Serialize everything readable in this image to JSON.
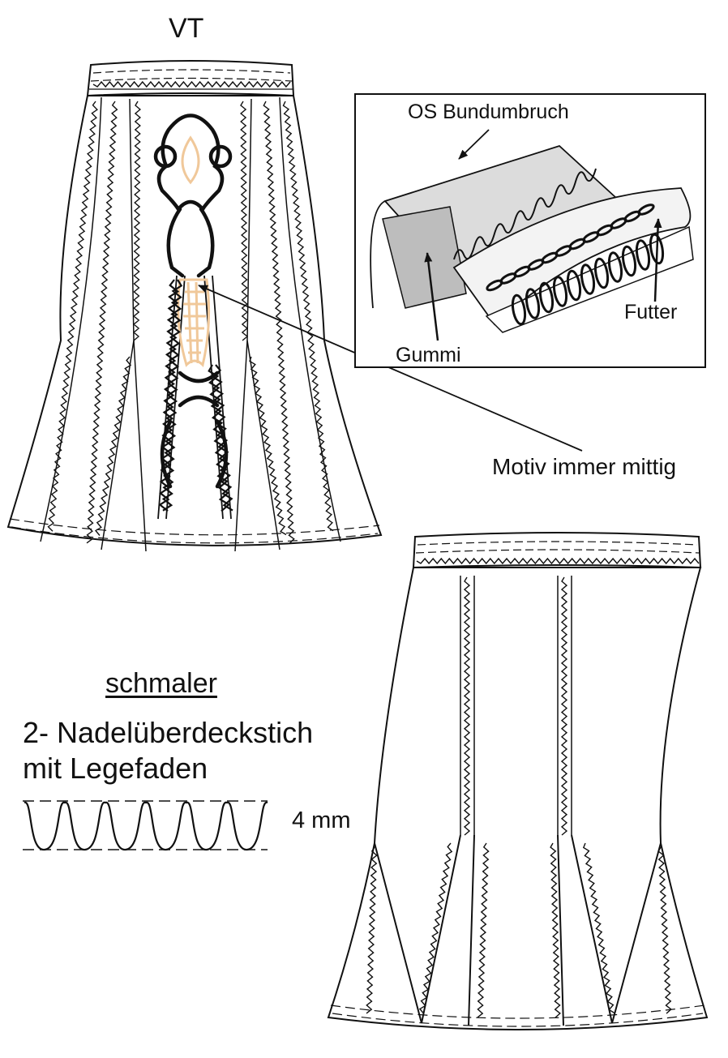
{
  "labels": {
    "front_view": "VT",
    "waistband_fold": "OS Bundumbruch",
    "elastic": "Gummi",
    "lining": "Futter",
    "motif_note": "Motiv immer mittig",
    "stitch_heading": "schmaler",
    "stitch_name_line1": "2- Nadelüberdeckstich",
    "stitch_name_line2": "mit Legefaden",
    "stitch_width": "4 mm"
  },
  "colors": {
    "line": "#111111",
    "embroidery_accent": "#f0c89a",
    "band_fill": "#dcdcdc",
    "elastic_fill": "#bdbdbd"
  },
  "icons": {
    "front_skirt": "skirt-front-icon",
    "back_skirt": "skirt-back-icon",
    "embroidery": "embroidery-motif-icon",
    "waistband_detail": "waistband-cross-section-icon",
    "stitch_sample": "coverstitch-sample-icon"
  }
}
